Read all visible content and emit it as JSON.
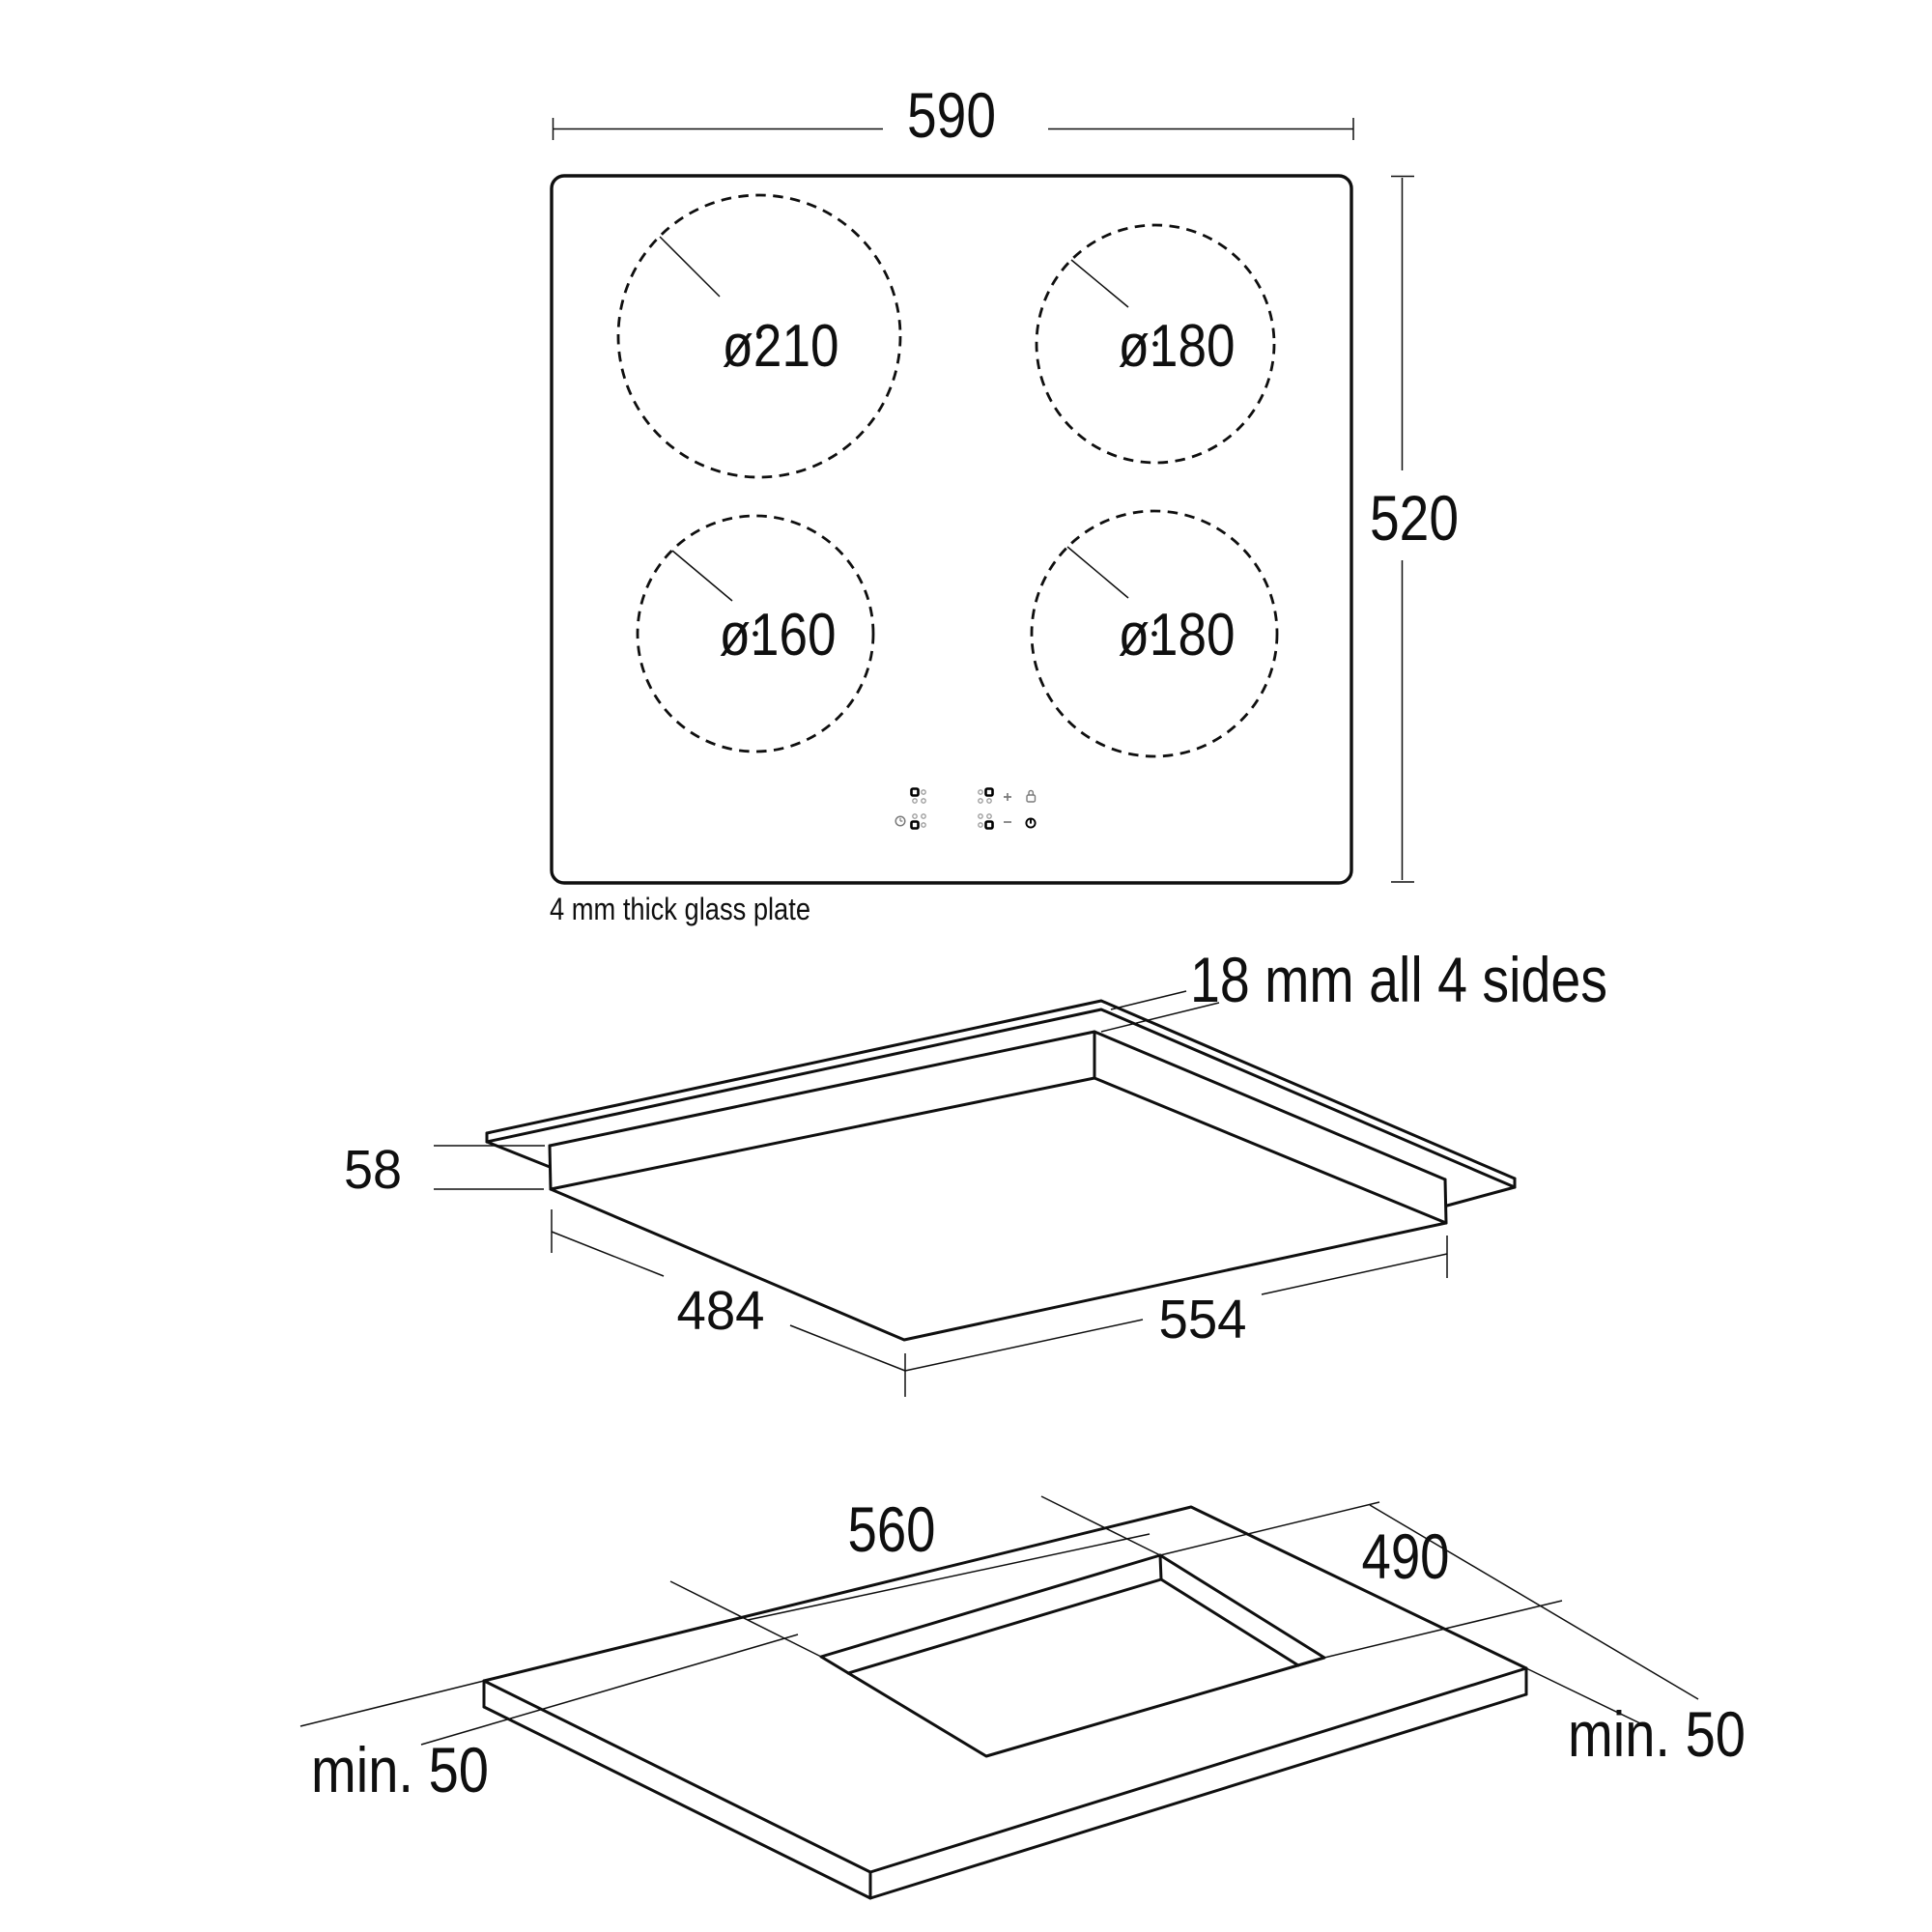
{
  "document": {
    "type": "appliance installation dimension diagram",
    "subject": "4-zone induction hob, top / underside / worktop cut-out views",
    "background_color": "#ffffff",
    "ink_color": "#0f0f0f"
  },
  "top_view": {
    "width_label": "590",
    "height_label": "520",
    "caption": "4 mm thick glass plate",
    "burners": [
      {
        "position": "front-left-top",
        "label": "ø210"
      },
      {
        "position": "front-right-top",
        "label": "ø180"
      },
      {
        "position": "front-left-bottom",
        "label": "ø160"
      },
      {
        "position": "front-right-bottom",
        "label": "ø180"
      }
    ],
    "controls": {
      "plus_label": "+",
      "minus_label": "−",
      "icons": [
        "burner-selector-back-left-icon",
        "burner-selector-back-right-icon",
        "plus-icon",
        "lock-icon",
        "timer-clock-icon",
        "burner-selector-front-left-icon",
        "burner-selector-front-right-icon",
        "minus-icon",
        "power-icon"
      ]
    }
  },
  "middle_view": {
    "title": "underside view with glass overhang",
    "overhang_label": "18 mm all 4 sides",
    "height_label": "58",
    "body_depth_label": "484",
    "body_width_label": "554"
  },
  "bottom_view": {
    "title": "worktop cut-out view",
    "cutout_width_label": "560",
    "cutout_depth_label": "490",
    "clearance_left_label": "min. 50",
    "clearance_right_label": "min. 50"
  }
}
